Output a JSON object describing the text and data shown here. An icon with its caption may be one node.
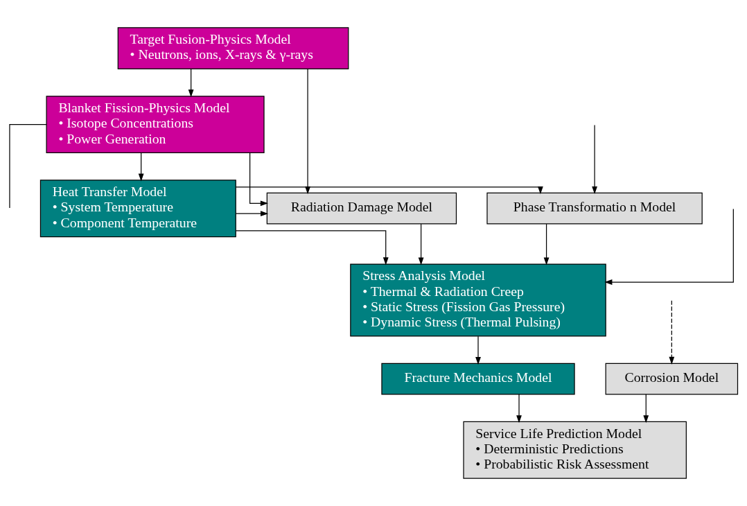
{
  "diagram": {
    "nodes": [
      {
        "text": [
          "Target Fusion-Physics Model",
          "• Neutrons, ions, X-rays & γ-rays"
        ]
      },
      {
        "text": [
          "Blanket Fission-Physics Model",
          "• Isotope Concentrations",
          "• Power Generation"
        ]
      },
      {
        "text": [
          "Radiation Damage Model"
        ]
      },
      {
        "text": [
          "Heat Transfer Model",
          "• System Temperature",
          "• Component Temperature"
        ]
      },
      {
        "text": [
          "Phase Transformatio n Model"
        ]
      },
      {
        "text": [
          "Stress Analysis Model",
          "• Thermal & Radiation Creep",
          "• Static Stress (Fission Gas Pressure)",
          "• Dynamic Stress (Thermal Pulsing)"
        ]
      },
      {
        "text": [
          "Fracture Mechanics Model"
        ]
      },
      {
        "text": [
          "Corrosion Model"
        ]
      },
      {
        "text": [
          "Service Life Prediction Model",
          "• Deterministic Predictions",
          "• Probabilistic Risk Assessment"
        ]
      }
    ],
    "edges": [
      {
        "from": 0,
        "to": 1,
        "arrow": "to"
      },
      {
        "from": 0,
        "to": 2,
        "arrow": "to"
      },
      {
        "from": 1,
        "to": 2,
        "arrow": "to"
      },
      {
        "from": 1,
        "to": null,
        "arrow": "none"
      },
      {
        "from": 1,
        "to": 3,
        "arrow": "to"
      },
      {
        "from": 3,
        "to": 2,
        "arrow": "to"
      },
      {
        "from": 3,
        "to": 4,
        "arrow": "to"
      },
      {
        "from": null,
        "to": 4,
        "arrow": "to"
      },
      {
        "from": 3,
        "to": 5,
        "arrow": "to"
      },
      {
        "from": 2,
        "to": 5,
        "arrow": "to"
      },
      {
        "from": 4,
        "to": 5,
        "arrow": "to"
      },
      {
        "from": null,
        "to": 5,
        "arrow": "to"
      },
      {
        "from": null,
        "to": 7,
        "arrow": "to",
        "style": "dashed"
      },
      {
        "from": 5,
        "to": 6,
        "arrow": "to"
      },
      {
        "from": 6,
        "to": 8,
        "arrow": "to"
      },
      {
        "from": 7,
        "to": 8,
        "arrow": "to"
      }
    ]
  }
}
